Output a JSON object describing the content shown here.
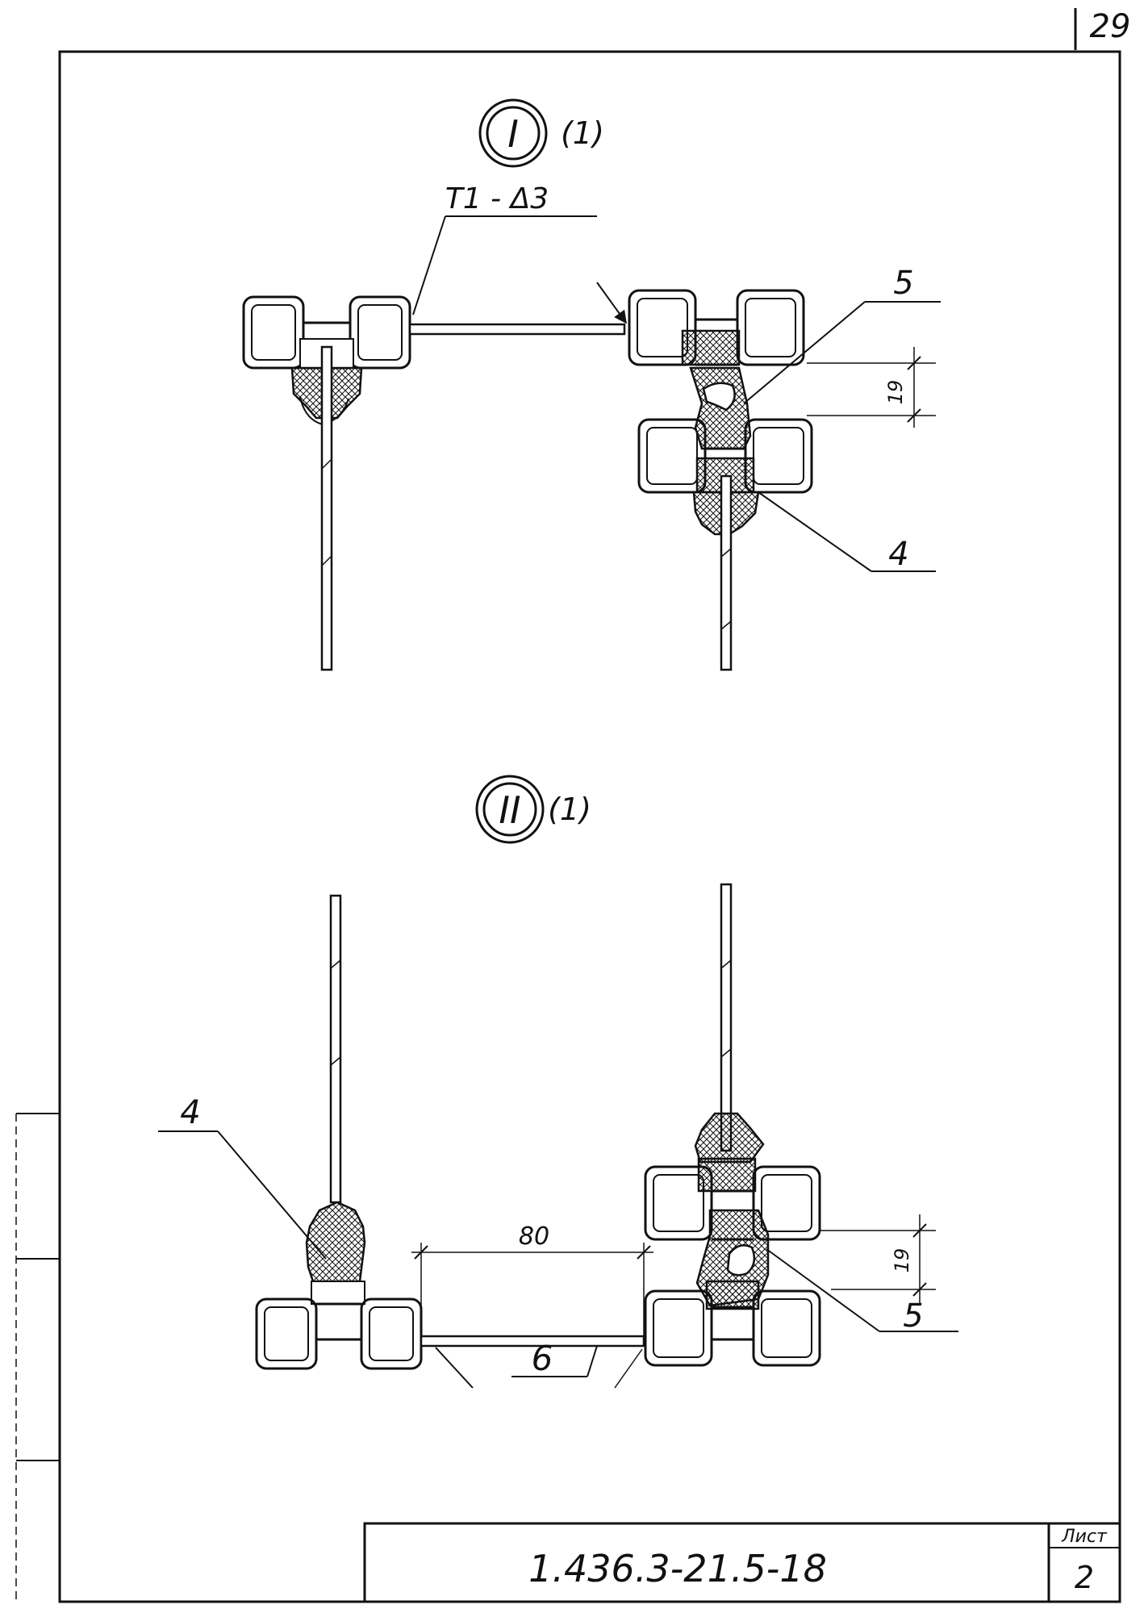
{
  "sheet": {
    "corner_page_number": "29",
    "document_code": "1.436.3-21.5-18",
    "sheet_label": "Лист",
    "sheet_number": "2"
  },
  "detail_1": {
    "marker_numeral": "I",
    "marker_ref": "(1)",
    "weld_label": "Т1 - Δ3",
    "callout_5": "5",
    "callout_4": "4",
    "dimension_19": "19"
  },
  "detail_2": {
    "marker_numeral": "II",
    "marker_ref": "(1)",
    "callout_4": "4",
    "callout_5": "5",
    "callout_6": "6",
    "dimension_80": "80",
    "dimension_19": "19"
  }
}
